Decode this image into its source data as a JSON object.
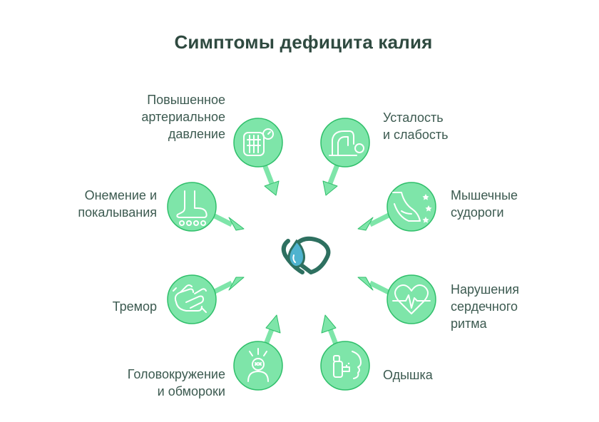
{
  "title": "Симптомы дефицита калия",
  "colors": {
    "circle_fill": "#7ee5a9",
    "circle_stroke": "#2fbf6a",
    "icon": "#ffffff",
    "arrow": "#7ee5a9",
    "text": "#3c5a50",
    "center_dark": "#2e7060",
    "center_drop": "#4fb3cf"
  },
  "center_icon": "potassium-heart-drop-icon",
  "symptoms": [
    {
      "key": "blood_pressure",
      "icon": "blood-pressure-gauge-icon",
      "lines": [
        "Повышенное",
        "артериальное",
        "давление"
      ]
    },
    {
      "key": "fatigue",
      "icon": "tired-person-icon",
      "lines": [
        "Усталость",
        "и слабость"
      ]
    },
    {
      "key": "numbness",
      "icon": "foot-tingling-icon",
      "lines": [
        "Онемение и",
        "покалывания"
      ]
    },
    {
      "key": "cramps",
      "icon": "leg-cramp-icon",
      "lines": [
        "Мышечные",
        "судороги"
      ]
    },
    {
      "key": "tremor",
      "icon": "shaking-hands-icon",
      "lines": [
        "Тремор"
      ]
    },
    {
      "key": "arrhythmia",
      "icon": "heart-rhythm-icon",
      "lines": [
        "Нарушения",
        "сердечного",
        "ритма"
      ]
    },
    {
      "key": "dizziness",
      "icon": "dizzy-person-icon",
      "lines": [
        "Головокружение",
        "и обмороки"
      ]
    },
    {
      "key": "dyspnea",
      "icon": "inhaler-icon",
      "lines": [
        "Одышка"
      ]
    }
  ]
}
